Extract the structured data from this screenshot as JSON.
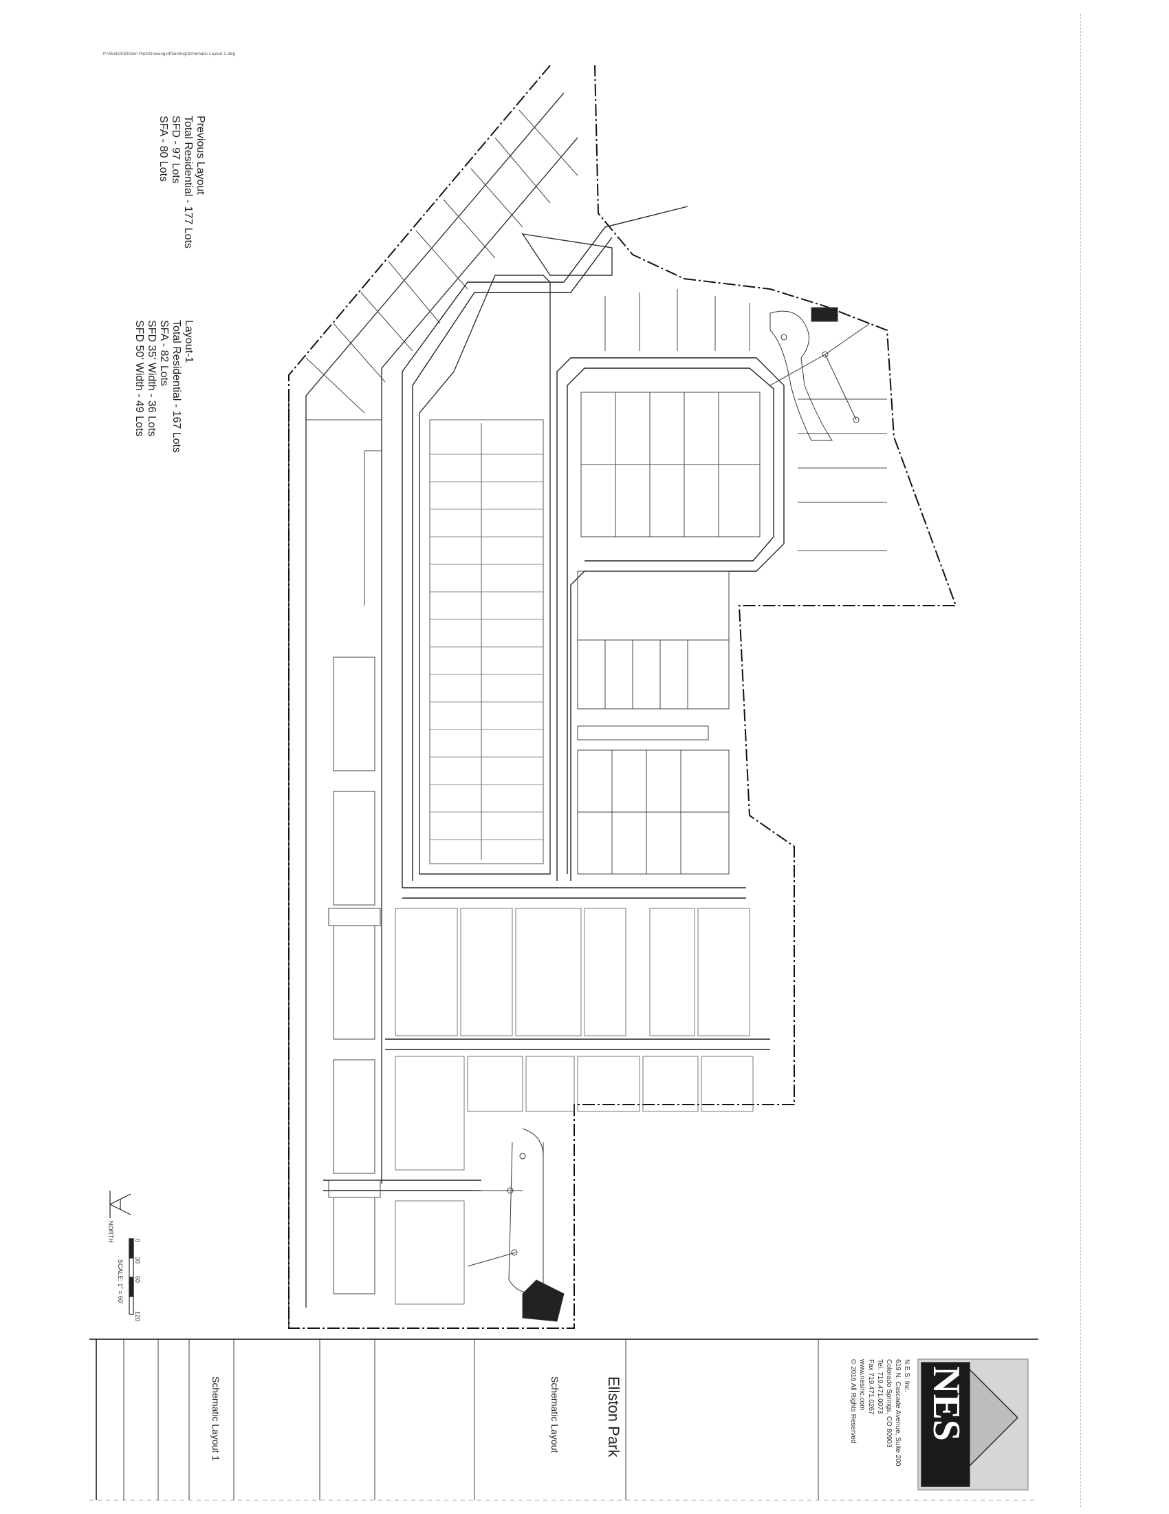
{
  "file_path_header": "P:\\Sketch\\Elliston Park\\Drawings\\Planning\\Schematic Layout 1.dwg",
  "previous_layout": {
    "title": "Previous Layout",
    "total": "Total Residential - 177 Lots",
    "sfd": "SFD - 97 Lots",
    "sfa": "SFA - 80 Lots"
  },
  "layout_1": {
    "title": "Layout-1",
    "total": "Total Residential - 167 Lots",
    "sfa": "SFA - 82 Lots",
    "sfd35": "SFD 35' Width - 36 Lots",
    "sfd50": "SFD 50' Width - 49 Lots"
  },
  "north": {
    "label": "NORTH"
  },
  "scale": {
    "label": "SCALE: 1\" = 60'",
    "ticks": [
      "0",
      "30",
      "60",
      "120"
    ]
  },
  "title_block": {
    "project": "Ellston Park",
    "sheet_type": "Schematic Layout",
    "sheet_title": "Schematic Layout 1",
    "company": {
      "logo": "NES",
      "name": "N.E.S. Inc.",
      "address1": "619 N. Cascade Avenue, Suite 200",
      "address2": "Colorado Springs, CO 80903",
      "tel": "Tel. 719.471.0073",
      "fax": "Fax 719.471.0267",
      "web": "www.nesinc.com",
      "copyright": "© 2016 All Rights Reserved"
    }
  }
}
